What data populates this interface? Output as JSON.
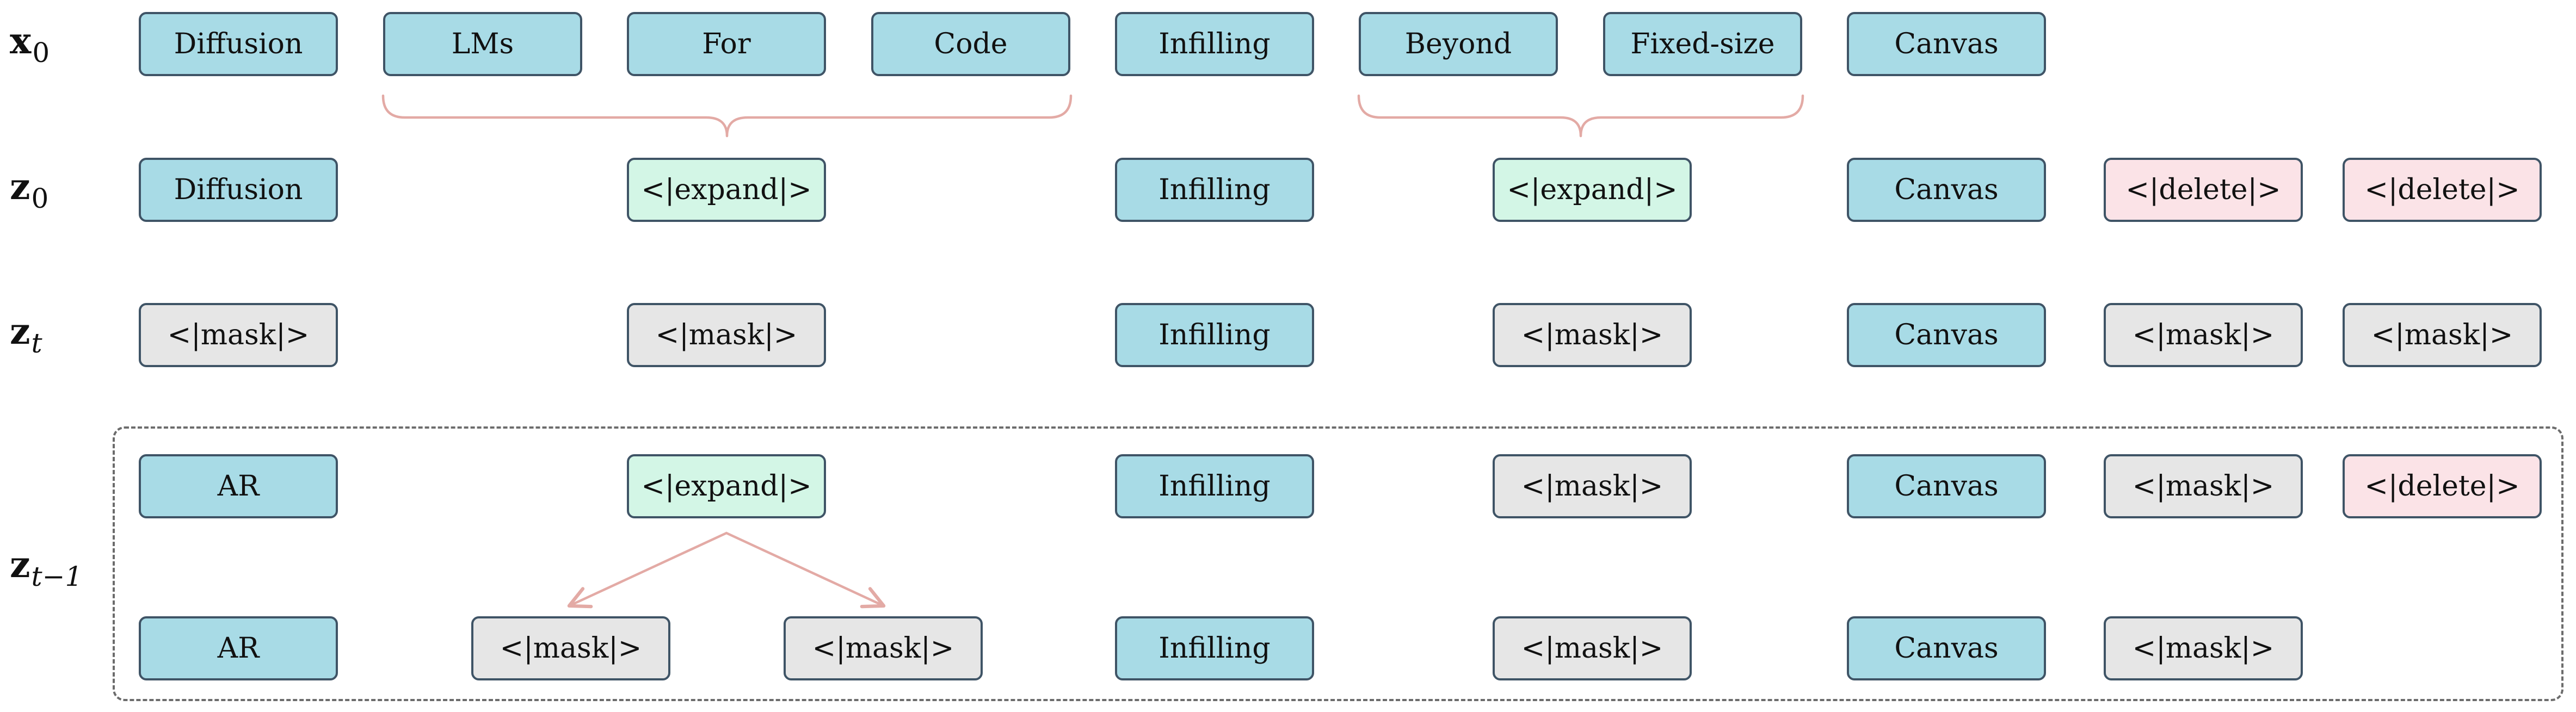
{
  "rows": {
    "x0": {
      "symbol": "x",
      "sub": "0"
    },
    "z0": {
      "symbol": "z",
      "sub": "0"
    },
    "zt": {
      "symbol": "z",
      "sub": "t"
    },
    "zt1": {
      "symbol": "z",
      "sub": "t−1"
    }
  },
  "tokens": {
    "x0": [
      "Diffusion",
      "LMs",
      "For",
      "Code",
      "Infilling",
      "Beyond",
      "Fixed-size",
      "Canvas"
    ],
    "z0": [
      "Diffusion",
      "<|expand|>",
      "Infilling",
      "<|expand|>",
      "Canvas",
      "<|delete|>",
      "<|delete|>"
    ],
    "zt": [
      "<|mask|>",
      "<|mask|>",
      "Infilling",
      "<|mask|>",
      "Canvas",
      "<|mask|>",
      "<|mask|>"
    ],
    "zt1_upper": [
      "AR",
      "<|expand|>",
      "Infilling",
      "<|mask|>",
      "Canvas",
      "<|mask|>",
      "<|delete|>"
    ],
    "zt1_lower": [
      "AR",
      "<|mask|>",
      "<|mask|>",
      "Infilling",
      "<|mask|>",
      "Canvas",
      "<|mask|>"
    ]
  },
  "colors": {
    "word": "#a8dbe6",
    "expand": "#d3f6e6",
    "mask": "#e6e6e6",
    "delete": "#fbe3e7",
    "token_border": "#3f5466",
    "brace": "#e3aaa5",
    "arrow": "#e3aaa5",
    "dashed_box": "#6c6c6c"
  }
}
